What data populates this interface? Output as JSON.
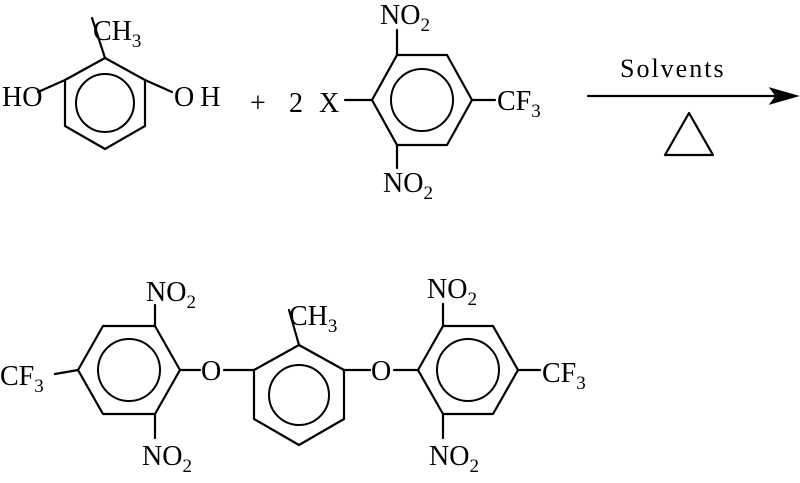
{
  "reactants": {
    "resorcinol": {
      "methyl": [
        "CH",
        "3"
      ],
      "left_hydroxyl": "HO",
      "right_hydroxyl": [
        "O",
        "H"
      ]
    },
    "plus": "+",
    "coefficient": "2",
    "leaving_group": "X",
    "aryl_halide": {
      "top_nitro": [
        "NO",
        "2"
      ],
      "bottom_nitro": [
        "NO",
        "2"
      ],
      "trifluoromethyl": [
        "CF",
        "3"
      ]
    }
  },
  "conditions": {
    "label": "Solvents",
    "heat_symbol": "triangle"
  },
  "product": {
    "left_trifluoromethyl": [
      "CF",
      "3"
    ],
    "left_top_nitro": [
      "NO",
      "2"
    ],
    "left_bottom_nitro": [
      "NO",
      "2"
    ],
    "left_ether_oxygen": "O",
    "central_methyl": [
      "CH",
      "3"
    ],
    "right_ether_oxygen": "O",
    "right_top_nitro": [
      "NO",
      "2"
    ],
    "right_bottom_nitro": [
      "NO",
      "2"
    ],
    "right_trifluoromethyl": [
      "CF",
      "3"
    ]
  }
}
